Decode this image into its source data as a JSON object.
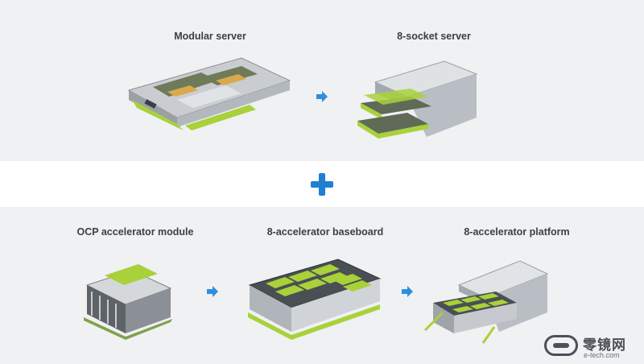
{
  "top_row": {
    "modular_server_label": "Modular server",
    "eight_socket_label": "8-socket server"
  },
  "bottom_row": {
    "ocp_module_label": "OCP accelerator module",
    "baseboard_label": "8-accelerator baseboard",
    "platform_label": "8-accelerator platform"
  },
  "watermark": {
    "name": "零镜网",
    "domain": "e-tech.com"
  },
  "colors": {
    "accent_blue": "#1f7fd1",
    "lime_green": "#a8d13a",
    "band_gray": "#f0f1f3",
    "label_text": "#3a3f47"
  },
  "icons": [
    "arrow-right-icon",
    "plus-icon"
  ]
}
